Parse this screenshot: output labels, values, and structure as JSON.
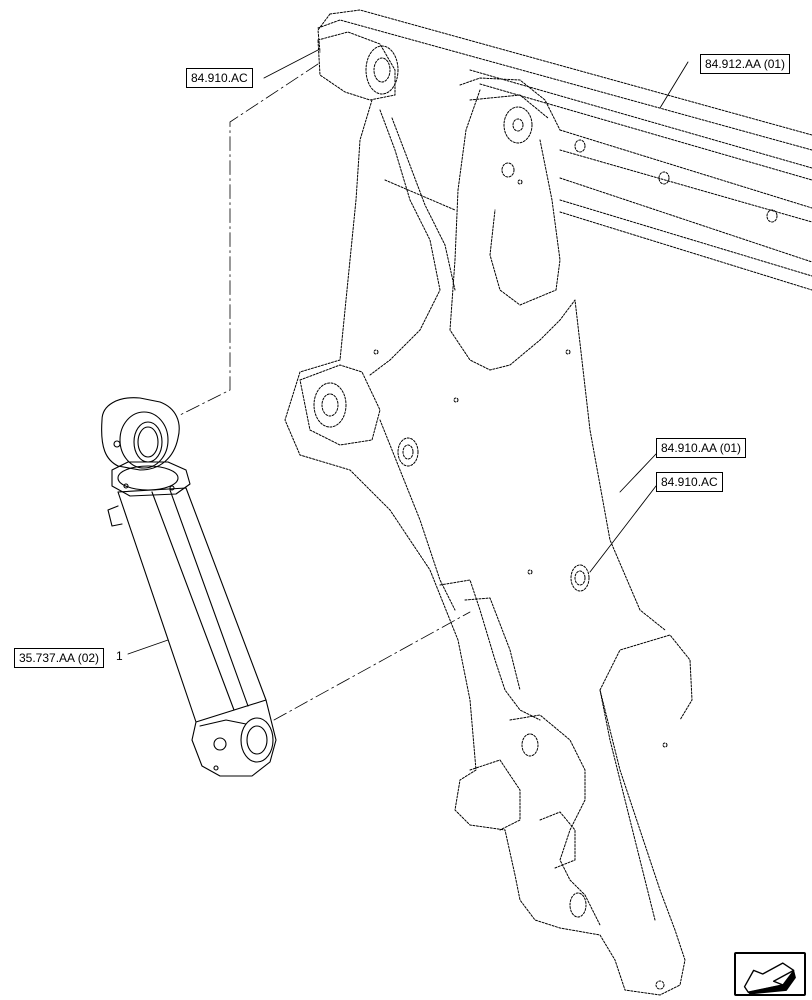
{
  "references": {
    "boom_pivot_ac": "84.910.AC",
    "boom_aa01_top": "84.912.AA (01)",
    "arm_aa01": "84.910.AA (01)",
    "arm_ac": "84.910.AC",
    "cylinder_ref": "35.737.AA (02)"
  },
  "item_number": "1",
  "nav_icon": "next-page-arrow-icon"
}
